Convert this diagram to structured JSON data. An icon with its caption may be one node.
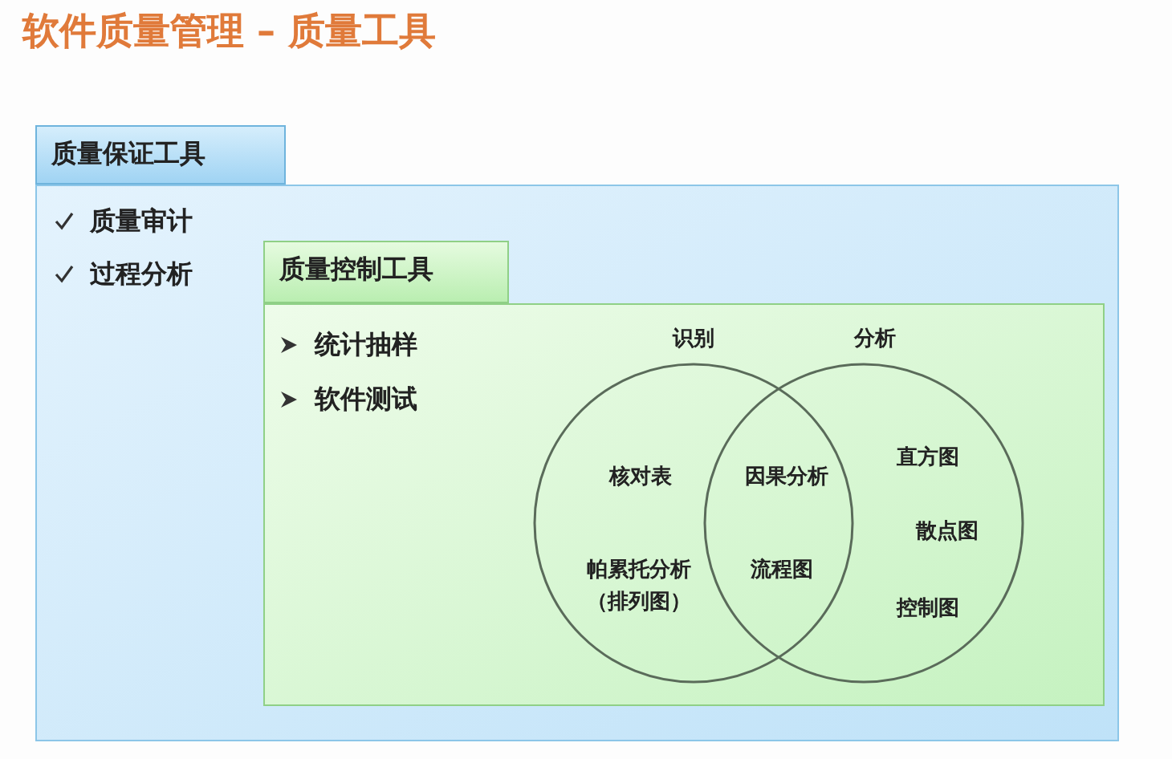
{
  "diagram": {
    "title": "软件质量管理 – 质量工具",
    "nodes": [
      {
        "text": [
          "质量保证工具",
          "质量审计",
          "过程分析"
        ]
      },
      {
        "text": [
          "质量控制工具",
          "统计抽样",
          "软件测试"
        ],
        "in": 0
      },
      {
        "text": [
          "识别",
          "核对表",
          "帕累托分析（排列图）"
        ],
        "in": 1
      },
      {
        "text": [
          "分析",
          "直方图",
          "散点图",
          "控制图"
        ],
        "in": 1
      }
    ],
    "edges": [],
    "labels": [
      "因果分析",
      "流程图"
    ]
  }
}
